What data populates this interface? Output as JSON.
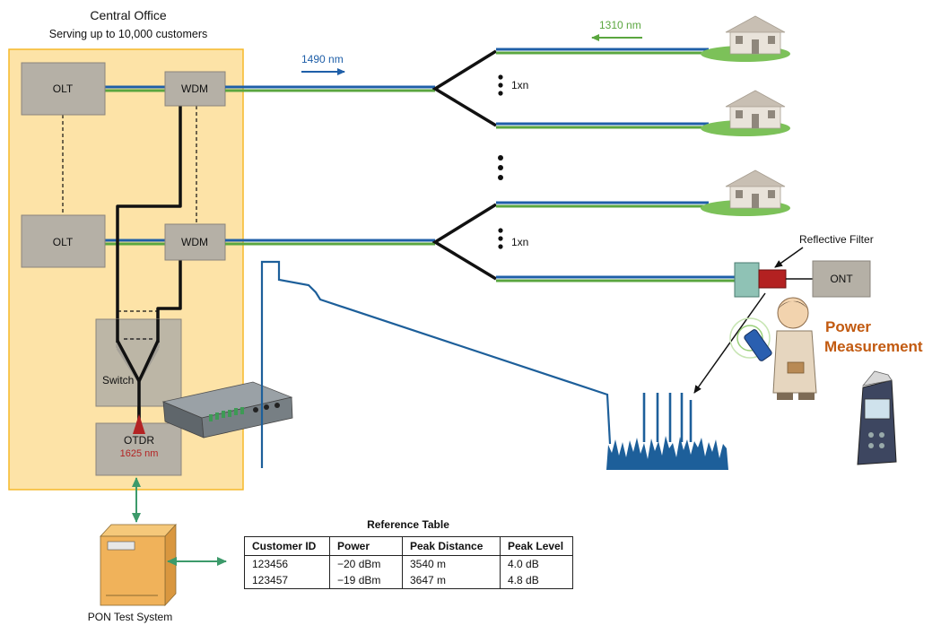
{
  "central_office": {
    "title": "Central Office",
    "subtitle": "Serving up to 10,000 customers",
    "olt_1": "OLT",
    "olt_2": "OLT",
    "wdm_1": "WDM",
    "wdm_2": "WDM",
    "switch": "Switch",
    "otdr": "OTDR",
    "otdr_wavelength": "1625 nm"
  },
  "network": {
    "downstream_wavelength": "1490 nm",
    "upstream_wavelength": "1310 nm",
    "splitter_1": "1xn",
    "splitter_2": "1xn",
    "reflective_filter": "Reflective Filter",
    "ont": "ONT"
  },
  "power_measurement": {
    "line1": "Power",
    "line2": "Measurement"
  },
  "test_system": {
    "label": "PON Test System"
  },
  "reference_table": {
    "caption": "Reference Table",
    "headers": [
      "Customer ID",
      "Power",
      "Peak Distance",
      "Peak Level"
    ],
    "rows": [
      [
        "123456",
        "−20 dBm",
        "3540 m",
        "4.0 dB"
      ],
      [
        "123457",
        "−19 dBm",
        "3647 m",
        "4.8 dB"
      ]
    ]
  },
  "colors": {
    "office_fill": "#fde3a7",
    "office_border": "#f6b92a",
    "device_box": "#b5b0a6",
    "fiber_blue": "#1f5fa8",
    "fiber_green": "#5aa63f",
    "trace_blue": "#1d5f9a",
    "power_orange": "#c25a10",
    "otdr_red": "#b32323",
    "teal_arrow": "#3c9a6a"
  }
}
